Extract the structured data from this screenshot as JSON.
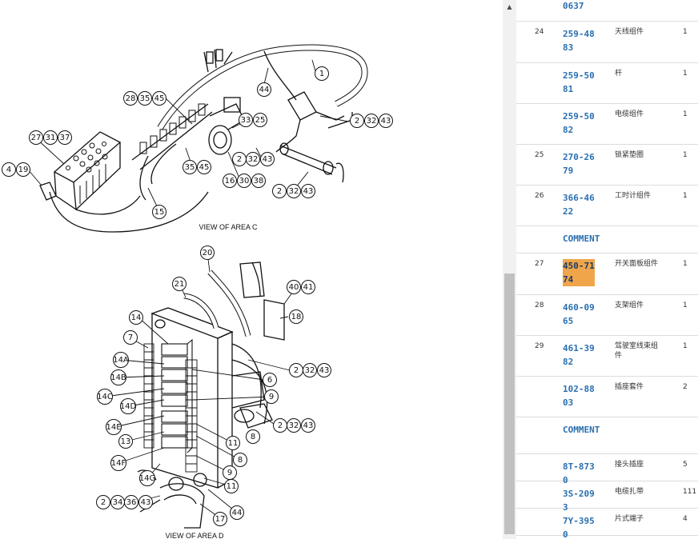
{
  "diagram": {
    "caption_c": "VIEW OF AREA C",
    "caption_d": "VIEW OF AREA D",
    "callouts_c": [
      "28",
      "35",
      "45",
      "27",
      "31",
      "37",
      "4",
      "19",
      "33",
      "25",
      "44",
      "1",
      "2",
      "32",
      "43",
      "35",
      "45",
      "2",
      "32",
      "43",
      "16",
      "30",
      "38",
      "15",
      "2",
      "32",
      "43"
    ],
    "callouts_d": [
      "20",
      "21",
      "40",
      "41",
      "14",
      "18",
      "7",
      "14A",
      "14B",
      "14C",
      "14D",
      "14E",
      "13",
      "14F",
      "14G",
      "6",
      "9",
      "2",
      "32",
      "43",
      "11",
      "8",
      "2",
      "32",
      "43",
      "8",
      "9",
      "11",
      "2",
      "34",
      "36",
      "43",
      "17",
      "44"
    ]
  },
  "scrollbar": {
    "up_arrow": "▲"
  },
  "parts": {
    "top_partial": "0637",
    "rows": [
      {
        "num": "24",
        "pn": "259-4883",
        "name": "天线组件",
        "qty": "1"
      },
      {
        "num": "",
        "pn": "259-5081",
        "name": "杆",
        "qty": "1"
      },
      {
        "num": "",
        "pn": "259-5082",
        "name": "电缆组件",
        "qty": "1"
      },
      {
        "num": "25",
        "pn": "270-2679",
        "name": "锁紧垫圈",
        "qty": "1"
      },
      {
        "num": "26",
        "pn": "366-4622",
        "name": "工时计组件",
        "qty": "1"
      },
      {
        "comment": "COMMENT"
      },
      {
        "num": "27",
        "pn": "450-7174",
        "name": "开关面板组件",
        "qty": "1",
        "highlight": true
      },
      {
        "num": "28",
        "pn": "460-0965",
        "name": "支架组件",
        "qty": "1"
      },
      {
        "num": "29",
        "pn": "461-3982",
        "name": "驾驶室线束组件",
        "qty": "1"
      },
      {
        "num": "",
        "pn": "102-8803",
        "name": "插座套件",
        "qty": "2"
      },
      {
        "comment": "COMMENT"
      },
      {
        "num": "",
        "pn": "8T-8730",
        "name": "接头插座",
        "qty": "5"
      },
      {
        "num": "",
        "pn": "3S-2093",
        "name": "电缆扎带",
        "qty": "111"
      },
      {
        "num": "",
        "pn": "7Y-3950",
        "name": "片式端子",
        "qty": "4"
      }
    ]
  }
}
